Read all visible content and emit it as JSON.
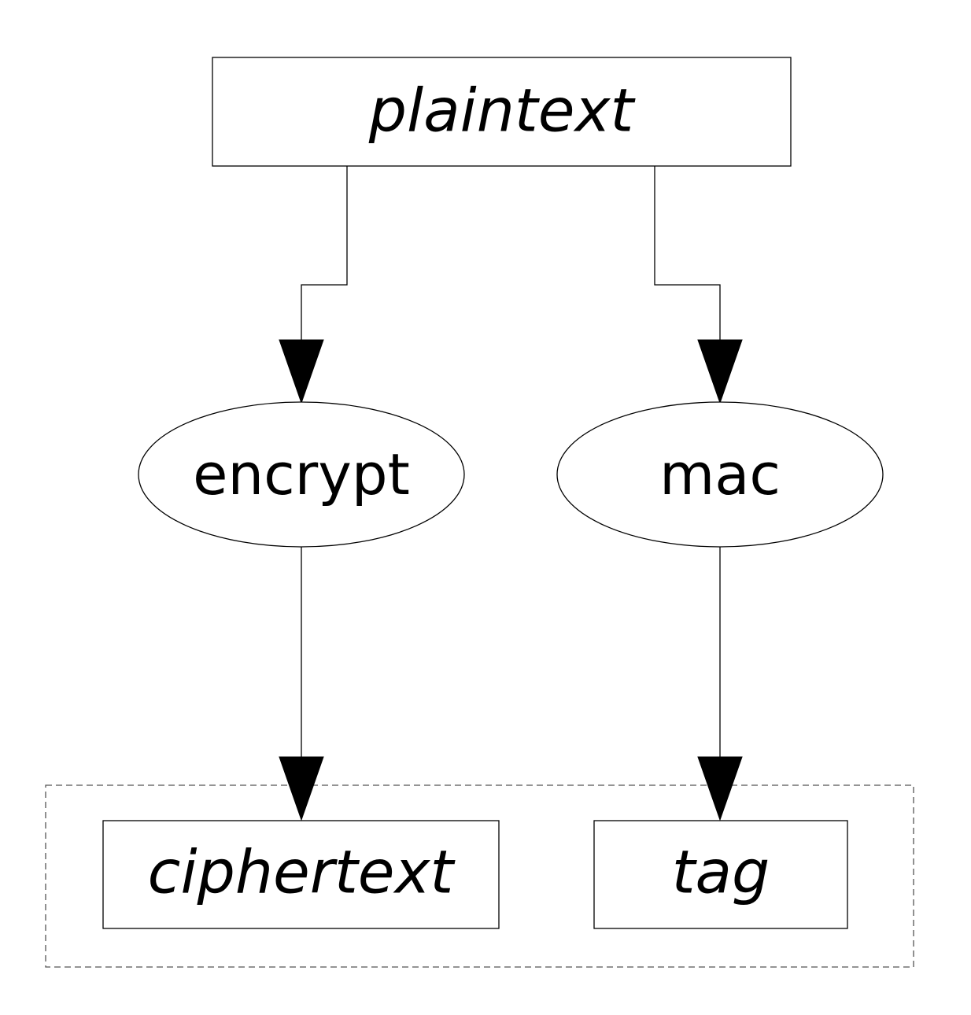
{
  "nodes": {
    "plaintext": {
      "label": "plaintext",
      "shape": "box",
      "style": "italic"
    },
    "encrypt": {
      "label": "encrypt",
      "shape": "ellipse",
      "style": "normal"
    },
    "mac": {
      "label": "mac",
      "shape": "ellipse",
      "style": "normal"
    },
    "ciphertext": {
      "label": "ciphertext",
      "shape": "box",
      "style": "italic"
    },
    "tag": {
      "label": "tag",
      "shape": "box",
      "style": "italic"
    }
  },
  "edges": [
    {
      "from": "plaintext",
      "to": "encrypt"
    },
    {
      "from": "plaintext",
      "to": "mac"
    },
    {
      "from": "encrypt",
      "to": "ciphertext"
    },
    {
      "from": "mac",
      "to": "tag"
    }
  ],
  "groups": [
    {
      "members": [
        "ciphertext",
        "tag"
      ],
      "border": "dashed"
    }
  ],
  "colors": {
    "line": "#000000",
    "fill": "#ffffff",
    "group_border": "#555555"
  }
}
